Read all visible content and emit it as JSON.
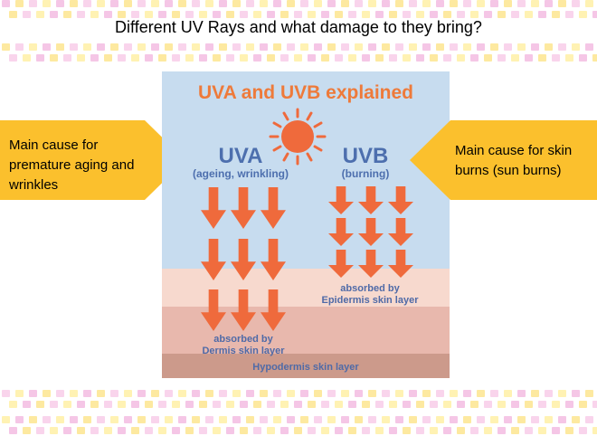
{
  "slide": {
    "title": "Different UV Rays and what damage to they bring?"
  },
  "diagram": {
    "title": "UVA and UVB explained",
    "uva": {
      "name": "UVA",
      "subtitle": "(ageing, wrinkling)"
    },
    "uvb": {
      "name": "UVB",
      "subtitle": "(burning)"
    },
    "uva_absorbed_line1": "absorbed by",
    "uva_absorbed_line2": "Dermis skin layer",
    "uvb_absorbed_line1": "absorbed by",
    "uvb_absorbed_line2": "Epidermis skin layer",
    "hypodermis_label": "Hypodermis skin layer",
    "colors": {
      "sky": "#c7dcef",
      "epidermis": "#f7d9ce",
      "dermis": "#e8b8ad",
      "hypodermis": "#cc9a8b",
      "arrow": "#ef6a3c",
      "sun": "#ef6a3c",
      "title": "#ee7a3a",
      "label": "#4d6fae"
    }
  },
  "callouts": {
    "left": {
      "line1": "Main cause for",
      "line2": "premature aging and",
      "line3": "wrinkles"
    },
    "right": {
      "line1": "Main cause for skin",
      "line2": "burns (sun burns)"
    },
    "color": "#fbc02d"
  },
  "decoration": {
    "dot_colors": [
      "#f5c6e6",
      "#fde9a0",
      "#f9d4ec",
      "#fff2b3"
    ]
  }
}
